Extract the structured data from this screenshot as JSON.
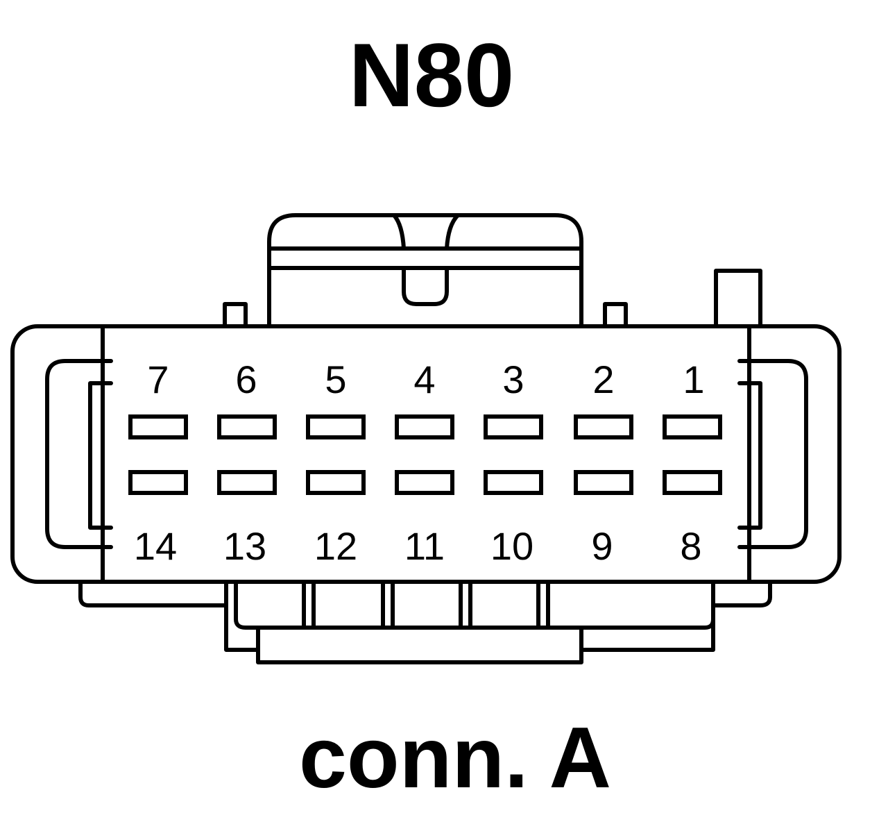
{
  "title": "N80",
  "caption": "conn. A",
  "connector": {
    "pin_count": 14,
    "top_row": [
      "7",
      "6",
      "5",
      "4",
      "3",
      "2",
      "1"
    ],
    "bottom_row": [
      "14",
      "13",
      "12",
      "11",
      "10",
      "9",
      "8"
    ]
  }
}
